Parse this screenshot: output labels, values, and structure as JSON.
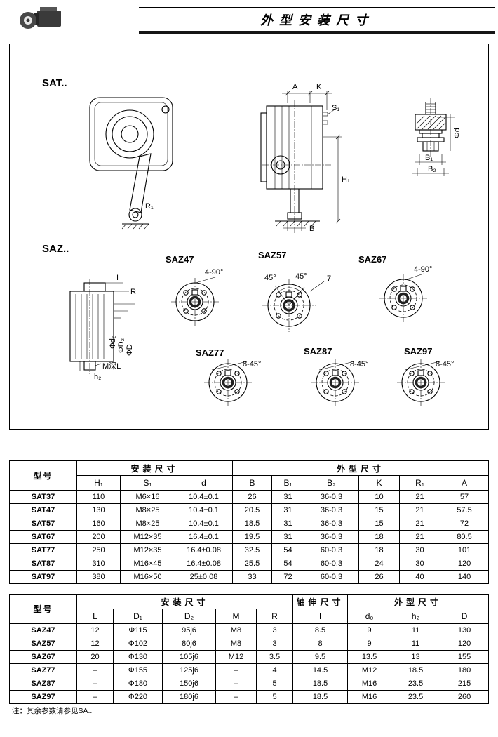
{
  "header": {
    "title": "外型安装尺寸"
  },
  "drawings": {
    "sat_label": "SAT..",
    "saz_label": "SAZ..",
    "sat": {
      "A": "A",
      "K": "K",
      "S1": "S₁",
      "H1": "H₁",
      "B": "B",
      "R1": "R₁",
      "phid": "Φd",
      "B1": "B₁",
      "B2": "B₂"
    },
    "saz": {
      "I": "I",
      "R": "R",
      "phid0": "Φd₀",
      "phiD2": "ΦD₂",
      "phiD": "ΦD",
      "ML": "M深L",
      "h2": "h₂"
    },
    "flanges": [
      {
        "name": "SAZ47",
        "angle": "4-90°"
      },
      {
        "name": "SAZ57",
        "angle": "45°",
        "angle2": "45°",
        "count": "7"
      },
      {
        "name": "SAZ67",
        "angle": "4-90°"
      },
      {
        "name": "SAZ77",
        "angle": "8-45°"
      },
      {
        "name": "SAZ87",
        "angle": "8-45°"
      },
      {
        "name": "SAZ97",
        "angle": "8-45°"
      }
    ]
  },
  "sat_table": {
    "model_header": "型号",
    "group_mount": "安装尺寸",
    "group_outline": "外型尺寸",
    "columns": [
      "H₁",
      "S₁",
      "d",
      "B",
      "B₁",
      "B₂",
      "K",
      "R₁",
      "A"
    ],
    "rows": [
      {
        "model": "SAT37",
        "values": [
          "110",
          "M6×16",
          "10.4±0.1",
          "26",
          "31",
          "36-0.3",
          "10",
          "21",
          "57"
        ]
      },
      {
        "model": "SAT47",
        "values": [
          "130",
          "M8×25",
          "10.4±0.1",
          "20.5",
          "31",
          "36-0.3",
          "15",
          "21",
          "57.5"
        ]
      },
      {
        "model": "SAT57",
        "values": [
          "160",
          "M8×25",
          "10.4±0.1",
          "18.5",
          "31",
          "36-0.3",
          "15",
          "21",
          "72"
        ]
      },
      {
        "model": "SAT67",
        "values": [
          "200",
          "M12×35",
          "16.4±0.1",
          "19.5",
          "31",
          "36-0.3",
          "18",
          "21",
          "80.5"
        ]
      },
      {
        "model": "SAT77",
        "values": [
          "250",
          "M12×35",
          "16.4±0.08",
          "32.5",
          "54",
          "60-0.3",
          "18",
          "30",
          "101"
        ]
      },
      {
        "model": "SAT87",
        "values": [
          "310",
          "M16×45",
          "16.4±0.08",
          "25.5",
          "54",
          "60-0.3",
          "24",
          "30",
          "120"
        ]
      },
      {
        "model": "SAT97",
        "values": [
          "380",
          "M16×50",
          "25±0.08",
          "33",
          "72",
          "60-0.3",
          "26",
          "40",
          "140"
        ]
      }
    ]
  },
  "saz_table": {
    "model_header": "型号",
    "group_mount": "安装尺寸",
    "group_shaft": "轴伸尺寸",
    "group_outline": "外型尺寸",
    "columns": [
      "L",
      "D₁",
      "D₂",
      "M",
      "R",
      "I",
      "d₀",
      "h₂",
      "D"
    ],
    "rows": [
      {
        "model": "SAZ47",
        "values": [
          "12",
          "Φ115",
          "95j6",
          "M8",
          "3",
          "8.5",
          "9",
          "11",
          "130"
        ]
      },
      {
        "model": "SAZ57",
        "values": [
          "12",
          "Φ102",
          "80j6",
          "M8",
          "3",
          "8",
          "9",
          "11",
          "120"
        ]
      },
      {
        "model": "SAZ67",
        "values": [
          "20",
          "Φ130",
          "105j6",
          "M12",
          "3.5",
          "9.5",
          "13.5",
          "13",
          "155"
        ]
      },
      {
        "model": "SAZ77",
        "values": [
          "–",
          "Φ155",
          "125j6",
          "–",
          "4",
          "14.5",
          "M12",
          "18.5",
          "180"
        ]
      },
      {
        "model": "SAZ87",
        "values": [
          "–",
          "Φ180",
          "150j6",
          "–",
          "5",
          "18.5",
          "M16",
          "23.5",
          "215"
        ]
      },
      {
        "model": "SAZ97",
        "values": [
          "–",
          "Φ220",
          "180j6",
          "–",
          "5",
          "18.5",
          "M16",
          "23.5",
          "260"
        ]
      }
    ]
  },
  "footer": {
    "note": "注：其余参数请参见SA.."
  }
}
